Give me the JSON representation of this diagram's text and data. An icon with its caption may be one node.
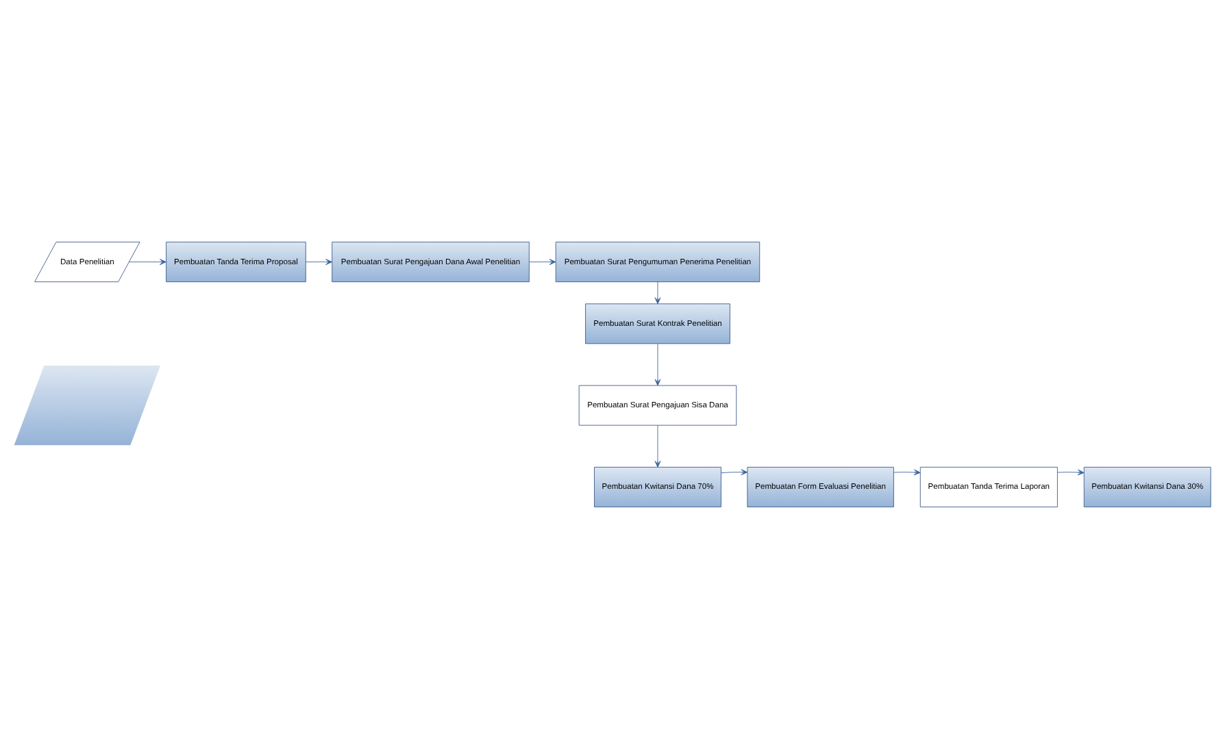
{
  "diagram": {
    "nodes": [
      {
        "text": [
          "Data Penelitian"
        ]
      },
      {
        "text": [
          "Pembuatan Tanda Terima Proposal"
        ]
      },
      {
        "text": [
          "Pembuatan Surat Pengajuan Dana Awal Penelitian"
        ]
      },
      {
        "text": [
          "Pembuatan Surat Pengumuman Penerima Penelitian"
        ]
      },
      {
        "text": [
          "Pembuatan Surat Kontrak Penelitian"
        ]
      },
      {
        "text": [
          "Pembuatan Surat Pengajuan Sisa Dana"
        ]
      },
      {
        "text": [],
        "shape": "parallelogram"
      },
      {
        "text": [
          "Pembuatan Kwitansi Dana 70%"
        ]
      },
      {
        "text": [
          "Pembuatan Form Evaluasi Penelitian"
        ]
      },
      {
        "text": [
          "Pembuatan Tanda Terima Laporan"
        ]
      },
      {
        "text": [
          "Pembuatan Kwitansi Dana 30%"
        ]
      }
    ],
    "edges": [
      {
        "from": 0,
        "to": 1,
        "arrow": "to"
      },
      {
        "from": 1,
        "to": 2,
        "arrow": "to"
      },
      {
        "from": 2,
        "to": 3,
        "arrow": "to"
      },
      {
        "from": 3,
        "to": 4,
        "arrow": "to"
      },
      {
        "from": 4,
        "to": 5,
        "arrow": "to"
      },
      {
        "from": 5,
        "to": 7,
        "arrow": "to"
      },
      {
        "from": 7,
        "to": 8,
        "arrow": "to"
      },
      {
        "from": 8,
        "to": 9,
        "arrow": "to"
      },
      {
        "from": 9,
        "to": 10,
        "arrow": "to"
      }
    ]
  }
}
